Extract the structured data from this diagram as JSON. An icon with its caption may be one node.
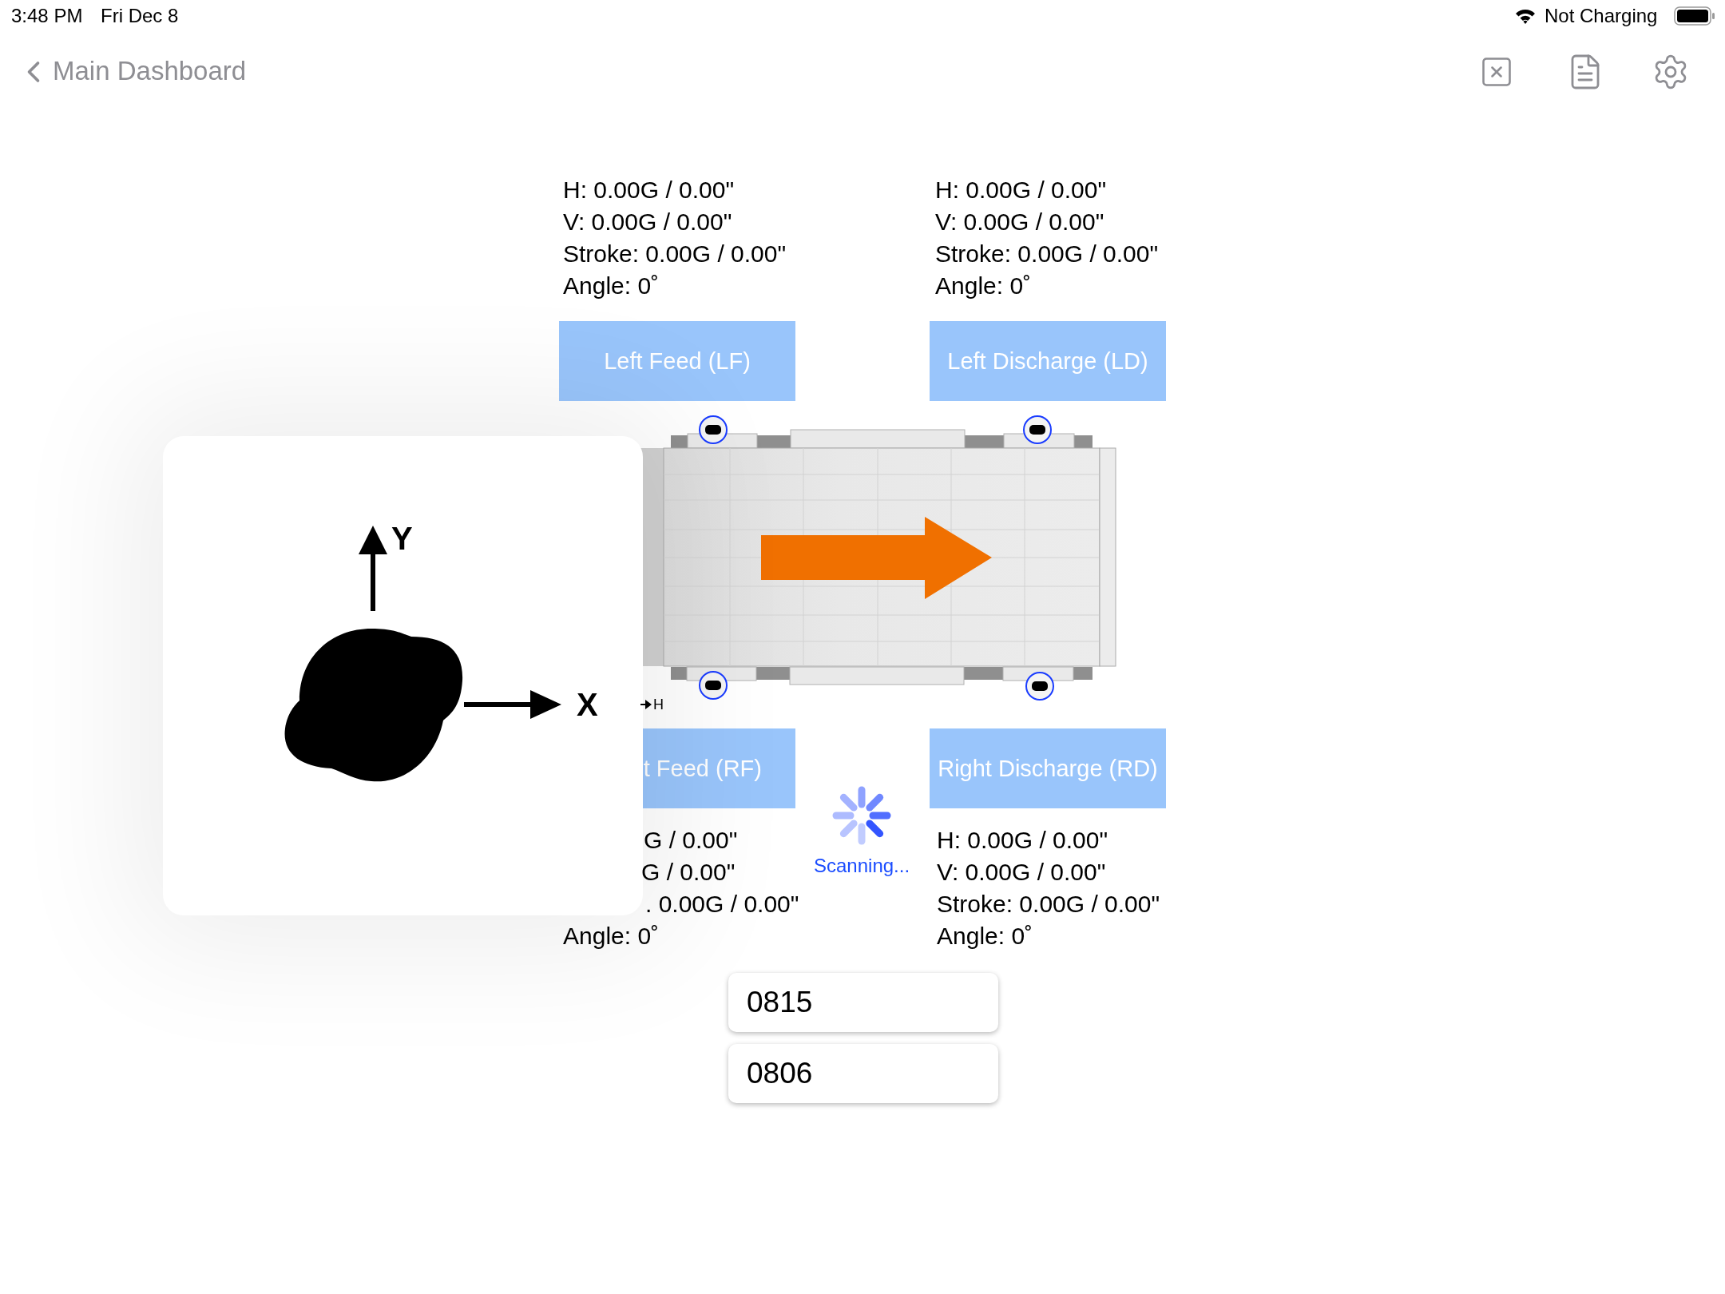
{
  "diagram": {
    "nodes": [
      {
        "text": [
          "Left Feed (LF)"
        ]
      },
      {
        "text": [
          "Left Discharge (LD)"
        ]
      },
      {
        "text": [
          "t Feed (RF)"
        ]
      },
      {
        "text": [
          "Right Discharge (RD)"
        ]
      },
      {
        "text": [
          "0815"
        ]
      },
      {
        "text": [
          "0806"
        ]
      }
    ],
    "labels": [
      "3:48 PM",
      "Fri Dec 8",
      "Not Charging",
      "Main Dashboard",
      "H: 0.00G / 0.00\"",
      "V: 0.00G / 0.00\"",
      "Stroke: 0.00G / 0.00\"",
      "Angle: 0˚",
      "H: 0.00G / 0.00\"",
      "V: 0.00G / 0.00\"",
      "Stroke: 0.00G / 0.00\"",
      "Angle: 0˚",
      "Y",
      "X",
      "H",
      "G / 0.00\"",
      "G / 0.00\"",
      ". 0.00G / 0.00\"",
      "Angle: 0˚",
      "Scanning...",
      "H: 0.00G / 0.00\"",
      "V: 0.00G / 0.00\"",
      "Stroke: 0.00G / 0.00\"",
      "Angle: 0˚"
    ]
  }
}
